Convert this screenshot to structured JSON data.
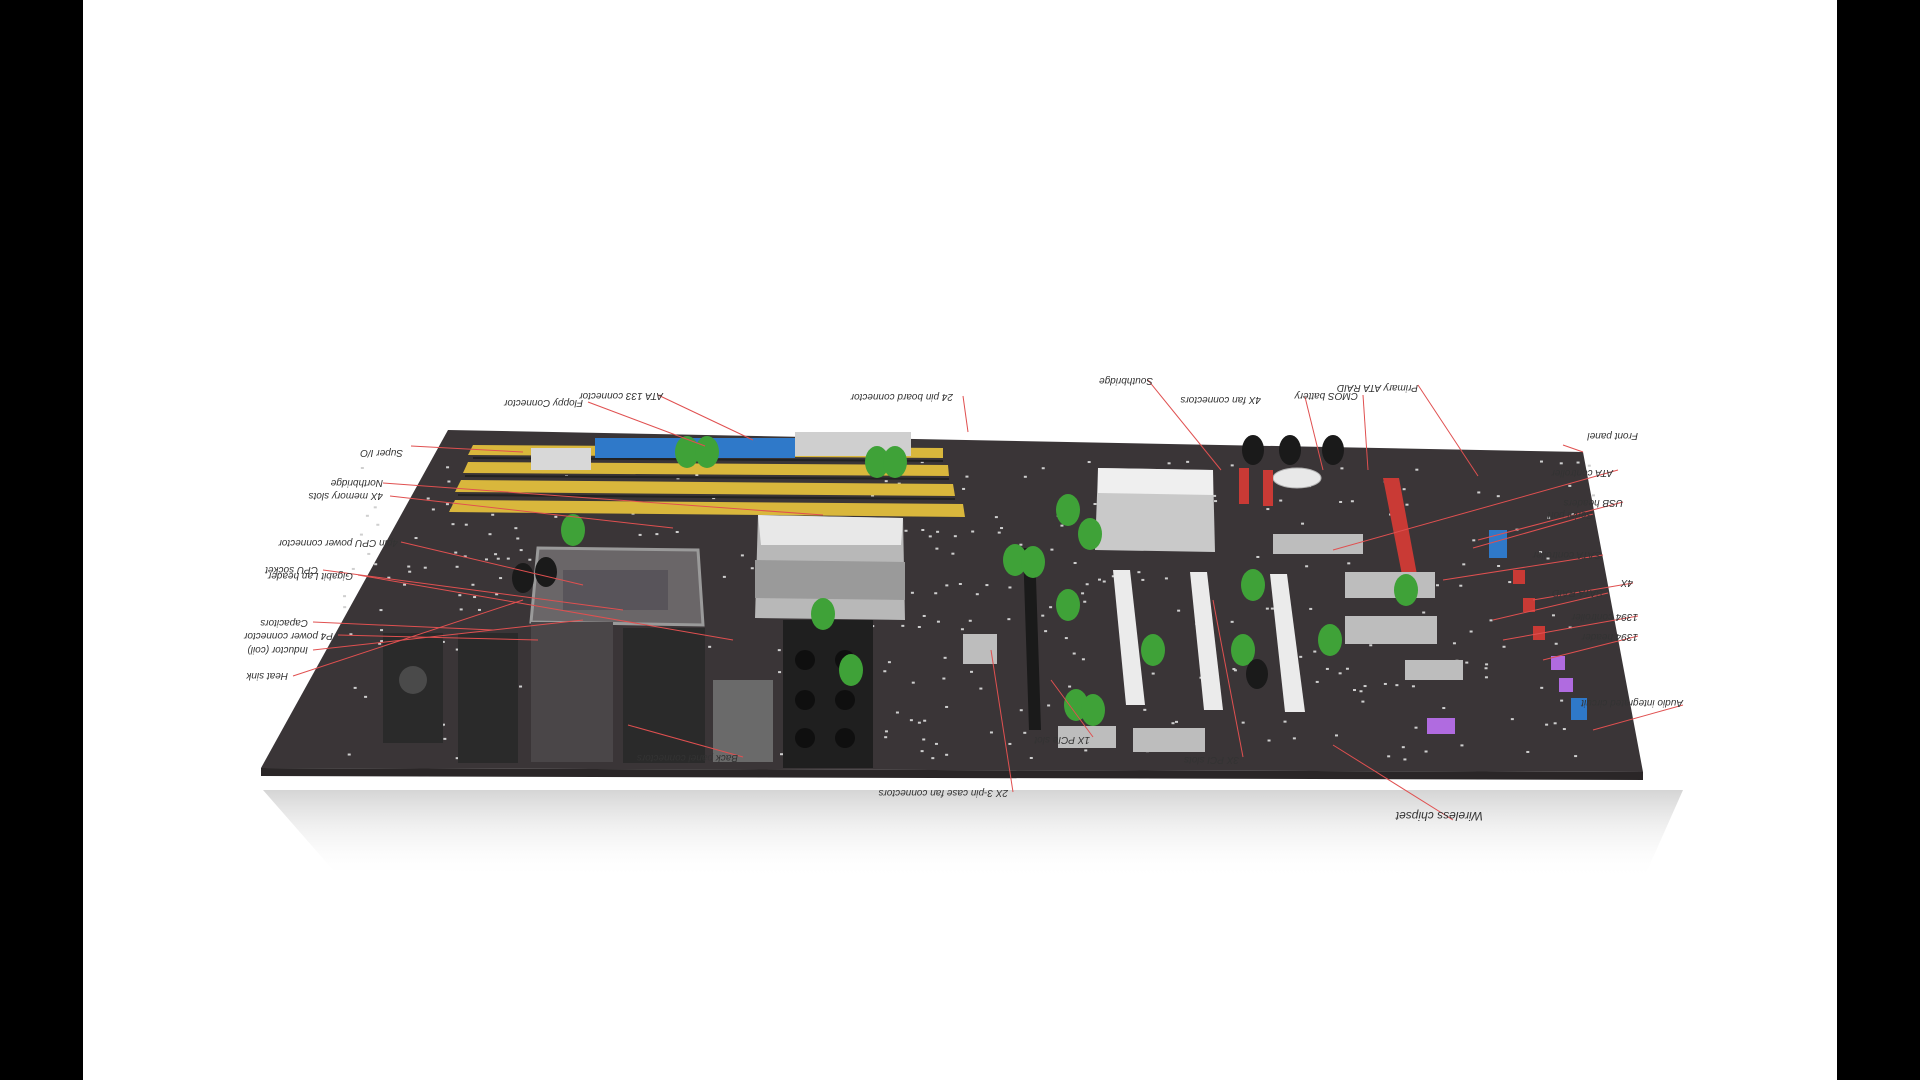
{
  "diagram": {
    "labels": {
      "super_io": "Super I/O",
      "floppy": "Floppy Connector",
      "ata133": "ATA 133 connector",
      "atx24": "24 pin board connector",
      "southbridge": "Southbridge",
      "fan4pin": "4X fan connectors",
      "cmos": "CMOS battery",
      "sata_raid_primary": "Primary ATA RAID",
      "front_panel": "Front panel",
      "memory_slots": "4X memory slots",
      "northbridge": "Northbridge",
      "cpu_socket": "CPU socket",
      "cpu_power": "4pin CPU power connector",
      "ata_controller": "ATA controller",
      "usb_headers": "USB headers",
      "serial_port": "Serial port",
      "gigabit_lan": "Gigabit Lan header",
      "sata_controller": "SATA controller",
      "sata_raid": "SATA RAID",
      "sata_4x": "4X",
      "capacitors": "Capacitors",
      "atx_power": "P4 power connector",
      "inductor": "Inductor (coil)",
      "heat_sink": "Heat sink",
      "ieee1394_controller": "1394 controller",
      "ieee1394_header": "1394 header",
      "audio_ic": "Audio integrated circuit",
      "back_panel": "Back panel connectors",
      "pcie_slot": "1X PCIe slot",
      "pci_slots": "3X PCI slots",
      "case_fan": "2X 3-pin case fan connectors",
      "wireless": "Wireless chipset"
    },
    "colors": {
      "board": "#3a3537",
      "dimm": "#d9b73c",
      "ata": "#2f79c9",
      "pci": "#ebebeb",
      "red_connector": "#c93a35",
      "capacitor": "#3fa238",
      "leader": "#e05050",
      "purple": "#b06be0",
      "background": "#ffffff"
    }
  }
}
